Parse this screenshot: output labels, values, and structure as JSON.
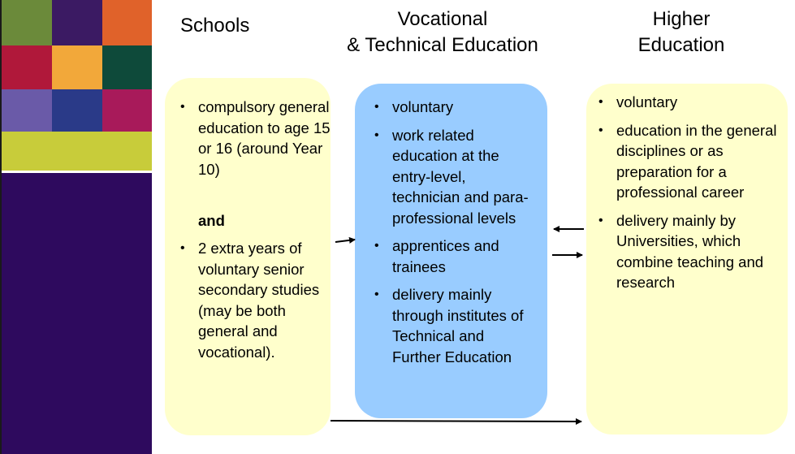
{
  "headings": {
    "schools": "Schools",
    "vet_line1": "Vocational",
    "vet_line2": "& Technical Education",
    "higher_line1": "Higher",
    "higher_line2": "Education"
  },
  "schools": {
    "items": [
      "compulsory general education to age 15 or 16 (around Year 10)",
      "2 extra years of voluntary senior secondary studies (may be both general and vocational)."
    ],
    "and_label": "and"
  },
  "vet": {
    "items": [
      "voluntary",
      "work related education at the entry-level, technician and para-professional levels",
      "apprentices and trainees",
      "delivery mainly through institutes of Technical and Further Education"
    ]
  },
  "higher": {
    "items": [
      "voluntary",
      "education in the general disciplines or as preparation for a professional career",
      "delivery mainly by Universities, which combine teaching and research"
    ]
  },
  "colors": {
    "panel_yellow": "#ffffcc",
    "panel_blue": "#99ccff",
    "strip_purple": "#2e0a5e",
    "strip_lime": "#c8cc3a"
  }
}
